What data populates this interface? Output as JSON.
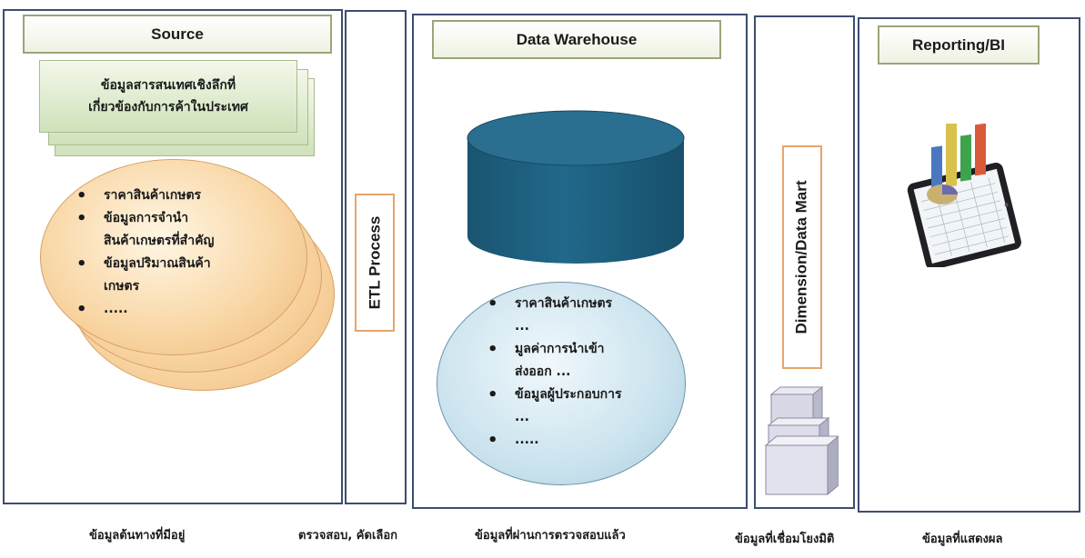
{
  "panels": {
    "source": {
      "title": "Source",
      "card_lines": [
        "ข้อมูลสารสนเทศเชิงลึกที่",
        "เกี่ยวข้องกับการค้าในประเทศ"
      ],
      "bullets": [
        {
          "lines": [
            "ราคาสินค้าเกษตร"
          ]
        },
        {
          "lines": [
            "ข้อมูลการจำนำ",
            "สินค้าเกษตรที่สำคัญ"
          ]
        },
        {
          "lines": [
            "ข้อมูลปริมาณสินค้า",
            "เกษตร"
          ]
        },
        {
          "lines": [
            "....."
          ]
        }
      ]
    },
    "etl": {
      "title": "ETL Process"
    },
    "data_warehouse": {
      "title": "Data Warehouse",
      "bullets": [
        {
          "lines": [
            "ราคาสินค้าเกษตร",
            "..."
          ]
        },
        {
          "lines": [
            "มูลค่าการนำเข้า",
            "ส่งออก ..."
          ]
        },
        {
          "lines": [
            "ข้อมูลผู้ประกอบการ",
            "..."
          ]
        },
        {
          "lines": [
            "....."
          ]
        }
      ]
    },
    "data_mart": {
      "title": "Dimension/Data Mart"
    },
    "reporting": {
      "title": "Reporting/BI"
    }
  },
  "bottom_labels": {
    "source": "ข้อมูลต้นทางที่มีอยู่",
    "etl": "ตรวจสอบ, คัดเลือก",
    "dw": "ข้อมูลที่ผ่านการตรวจสอบแล้ว",
    "mart": "ข้อมูลที่เชื่อมโยงมิติ",
    "reporting": "ข้อมูลที่แสดงผล"
  },
  "colors": {
    "panel_border": "#3d4d6e",
    "cylinder": "#1d5f7e",
    "source_ellipse": "#f6c58a",
    "dw_ellipse": "#cbe3ee",
    "etl_border": "#e8a46a"
  },
  "icons": [
    "database-cylinder-icon",
    "data-cubes-icon",
    "tablet-chart-icon"
  ]
}
